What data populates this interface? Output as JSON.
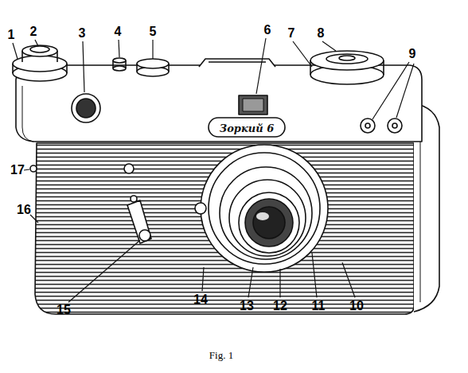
{
  "diagram": {
    "caption": "Fig. 1",
    "labels": [
      "1",
      "2",
      "3",
      "4",
      "5",
      "6",
      "7",
      "8",
      "9",
      "Зоркий 6",
      "17",
      "16",
      "15",
      "14",
      "13",
      "12",
      "11",
      "10"
    ]
  }
}
